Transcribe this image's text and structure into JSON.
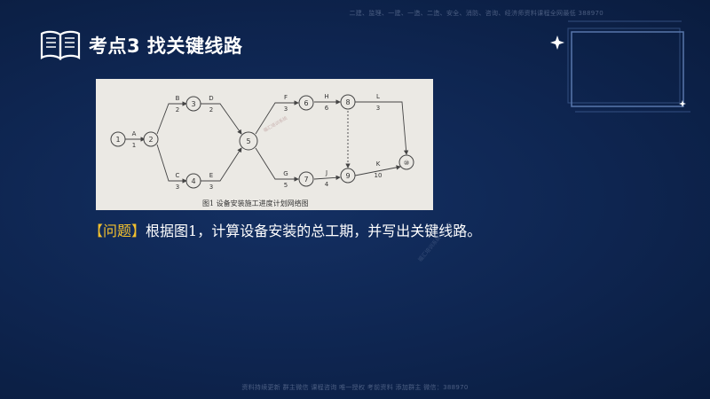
{
  "header": {
    "watermark_top": "二建、监理、一建、一造、二造、安全、消防、咨询、经济师资料课程全网最低 388970",
    "title": "考点3  找关键线路"
  },
  "figure": {
    "caption": "图1 设备安装施工进度计划网络图",
    "stamp": "福汇培训系统",
    "nodes": [
      {
        "id": "1",
        "label": "1"
      },
      {
        "id": "2",
        "label": "2"
      },
      {
        "id": "3",
        "label": "3"
      },
      {
        "id": "4",
        "label": "4"
      },
      {
        "id": "5",
        "label": "5"
      },
      {
        "id": "6",
        "label": "6"
      },
      {
        "id": "7",
        "label": "7"
      },
      {
        "id": "8",
        "label": "8"
      },
      {
        "id": "9",
        "label": "9"
      },
      {
        "id": "10",
        "label": "⑩"
      }
    ],
    "activities": [
      {
        "name": "A",
        "duration": "1"
      },
      {
        "name": "B",
        "duration": "2"
      },
      {
        "name": "C",
        "duration": "3"
      },
      {
        "name": "D",
        "duration": "2"
      },
      {
        "name": "E",
        "duration": "3"
      },
      {
        "name": "F",
        "duration": "3"
      },
      {
        "name": "G",
        "duration": "5"
      },
      {
        "name": "H",
        "duration": "6"
      },
      {
        "name": "J",
        "duration": "4"
      },
      {
        "name": "L",
        "duration": "3"
      },
      {
        "name": "K",
        "duration": "10"
      }
    ]
  },
  "question": {
    "tag": "【问题】",
    "text": "根据图1，计算设备安装的总工期，并写出关键线路。"
  },
  "page_stamp": "福汇培训系统·资料群",
  "footer": {
    "watermark_bottom": "资料持续更新  群主微信  课程咨询  唯一授权  考前资料  添加群主 微信：388970"
  },
  "colors": {
    "background": "#0e2550",
    "title": "#ffffff",
    "tag": "#f2c02e",
    "text": "#ffffff"
  }
}
